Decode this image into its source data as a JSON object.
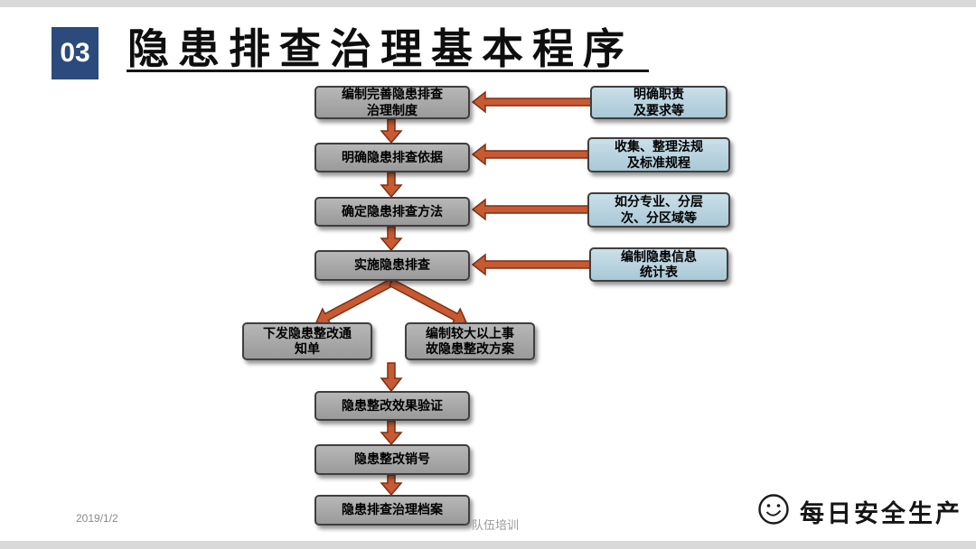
{
  "slide": {
    "badge": "03",
    "title": "隐患排查治理基本程序"
  },
  "flow": {
    "steps": [
      {
        "label": "编制完善隐患排查\n治理制度"
      },
      {
        "label": "明确隐患排查依据"
      },
      {
        "label": "确定隐患排查方法"
      },
      {
        "label": "实施隐患排查"
      },
      {
        "label": "下发隐患整改通\n知单"
      },
      {
        "label": "编制较大以上事\n故隐患整改方案"
      },
      {
        "label": "隐患整改效果验证"
      },
      {
        "label": "隐患整改销号"
      },
      {
        "label": "隐患排查治理档案"
      }
    ],
    "notes": [
      {
        "label": "明确职责\n及要求等"
      },
      {
        "label": "收集、整理法规\n及标准规程"
      },
      {
        "label": "如分专业、分层\n次、分区域等"
      },
      {
        "label": "编制隐患信息\n统计表"
      }
    ]
  },
  "footer": {
    "date": "2019/1/2",
    "watermark": "队伍培训",
    "brand": "每日安全生产"
  },
  "colors": {
    "badge_bg": "#2c4a7c",
    "arrow": "#c75a33",
    "arrow_dark": "#7e2f12",
    "step_light": "#b7b7b7",
    "step_dark": "#9a9a9a",
    "note_light": "#cadfe9",
    "note_dark": "#a9c8d6"
  }
}
